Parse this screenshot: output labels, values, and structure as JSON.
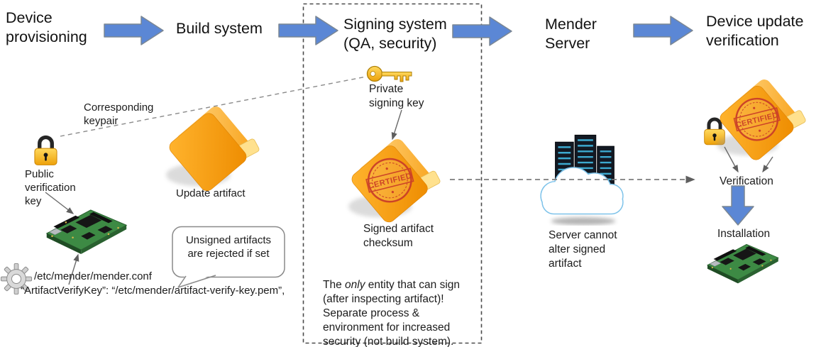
{
  "palette": {
    "arrow_blue": "#5b87d5",
    "arrow_outline": "#7b8794",
    "folder_orange": "#f39200",
    "folder_light": "#ffc55e",
    "stamp_red": "#c83a2a",
    "gold": "#f0ad1d",
    "pcb_green": "#3d8a44",
    "dash_gray": "#7d7d7d",
    "text": "#1c1c1c"
  },
  "pipeline": {
    "stages": [
      {
        "label": "Device\nprovisioning"
      },
      {
        "label": "Build system"
      },
      {
        "label": "Signing system\n(QA, security)"
      },
      {
        "label": "Mender\nServer"
      },
      {
        "label": "Device update\nverification"
      }
    ]
  },
  "provisioning": {
    "keypair_label": "Corresponding\nkeypair",
    "public_key_label": "Public\nverification\nkey",
    "config_path": "/etc/mender/mender.conf",
    "config_entry": "“ArtifactVerifyKey”: “/etc/mender/artifact-verify-key.pem”,",
    "bubble_note": "Unsigned artifacts\nare rejected if set"
  },
  "build": {
    "artifact_label": "Update artifact"
  },
  "signing": {
    "private_key_label": "Private\nsigning key",
    "signed_artifact_label": "Signed artifact\nchecksum",
    "note_pre": "The ",
    "note_italic": "only",
    "note_post": " entity that can sign\n(after inspecting artifact)!\nSeparate process &\nenvironment for increased\nsecurity (not build system)."
  },
  "server": {
    "note": "Server cannot\nalter signed\nartifact"
  },
  "device": {
    "verification_label": "Verification",
    "installation_label": "Installation"
  },
  "stamp": {
    "text": "CERTIFIED"
  },
  "icons": {
    "padlock-icon": "gold padlock shape",
    "key-icon": "gold key shape",
    "folder-icon": "orange tilted folder shape",
    "certified-folder-icon": "orange folder with red certified stamp",
    "gear-icon": "gray gear shape",
    "circuit-board-icon": "green embedded board shape",
    "cloud-server-icon": "server racks in cloud shape"
  }
}
